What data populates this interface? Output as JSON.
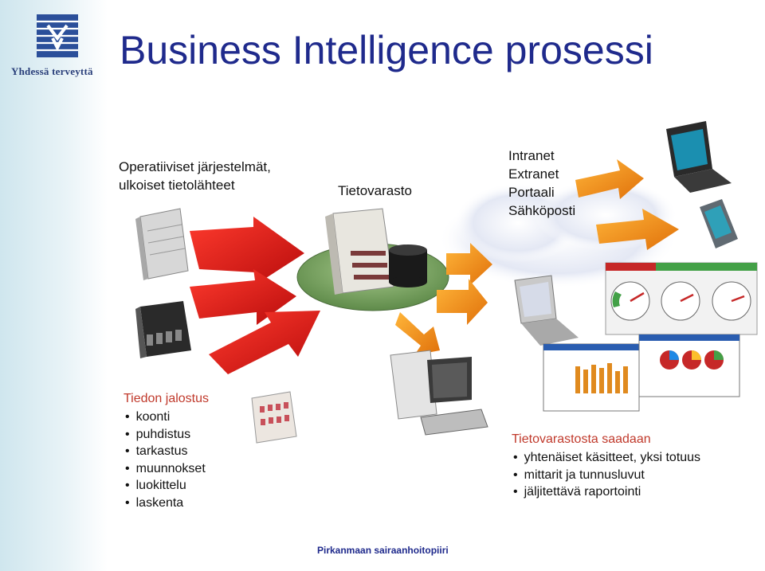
{
  "title": "Business Intelligence prosessi",
  "logo": {
    "text": "Yhdessä terveyttä",
    "icon": "organization-logo-icon"
  },
  "sources_label": [
    "Operatiiviset järjestelmät,",
    "ulkoiset tietolähteet"
  ],
  "warehouse_label": "Tietovarasto",
  "channels": [
    "Intranet",
    "Extranet",
    "Portaali",
    "Sähköposti"
  ],
  "processing": {
    "heading": "Tiedon jalostus",
    "items": [
      "koonti",
      "puhdistus",
      "tarkastus",
      "muunnokset",
      "luokittelu",
      "laskenta"
    ]
  },
  "benefits": {
    "heading": "Tietovarastosta saadaan",
    "items": [
      "yhtenäiset käsitteet, yksi totuus",
      "mittarit ja tunnusluvut",
      "jäljitettävä raportointi"
    ]
  },
  "footer": "Pirkanmaan sairaanhoitopiiri",
  "colors": {
    "title": "#1f2a8c",
    "red_heading": "#c0392b",
    "red_arrow": "#d41414",
    "orange_arrow": "#f08c14"
  }
}
